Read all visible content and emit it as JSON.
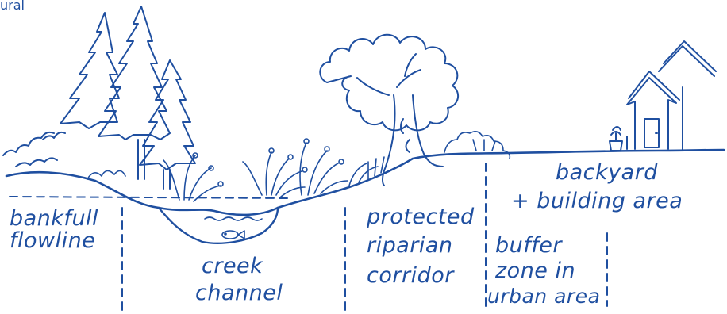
{
  "header_fragment": "ural",
  "labels": {
    "bankfull_1": "bankfull",
    "bankfull_2": "flowline",
    "creek_1": "creek",
    "creek_2": "channel",
    "riparian_1": "protected",
    "riparian_2": "riparian",
    "riparian_3": "corridor",
    "buffer_1": "buffer",
    "buffer_2": "zone in",
    "buffer_3": "urban area",
    "backyard_1": "backyard",
    "backyard_2": "+ building area"
  },
  "ink_color": "#1f4fa0"
}
